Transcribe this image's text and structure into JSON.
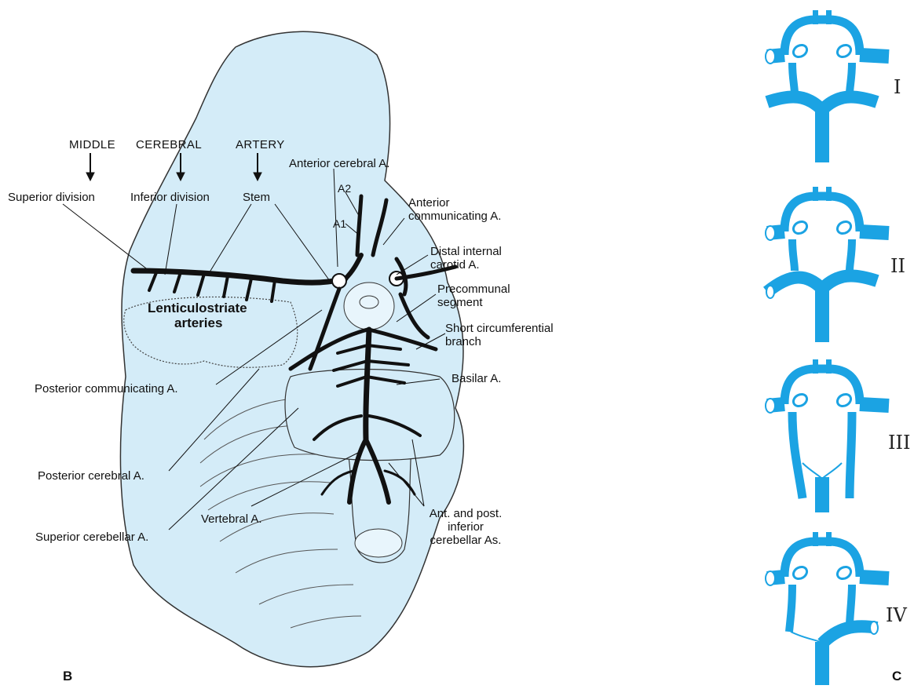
{
  "panel_b": {
    "letter": "B",
    "header": {
      "middle": "MIDDLE",
      "cerebral": "CEREBRAL",
      "artery": "ARTERY"
    },
    "labels": {
      "superior_division": "Superior division",
      "inferior_division": "Inferior division",
      "stem": "Stem",
      "anterior_cerebral": "Anterior cerebral A.",
      "a2": "A2",
      "a1": "A1",
      "anterior_communicating_1": "Anterior",
      "anterior_communicating_2": "communicating A.",
      "distal_internal_carotid_1": "Distal internal",
      "distal_internal_carotid_2": "carotid A.",
      "precommunal_1": "Precommunal",
      "precommunal_2": "segment",
      "short_circumferential_1": "Short circumferential",
      "short_circumferential_2": "branch",
      "basilar": "Basilar A.",
      "lenticulostriate_1": "Lenticulostriate",
      "lenticulostriate_2": "arteries",
      "posterior_communicating": "Posterior communicating A.",
      "posterior_cerebral": "Posterior cerebral A.",
      "superior_cerebellar": "Superior cerebellar A.",
      "vertebral": "Vertebral A.",
      "ant_post_inferior_1": "Ant. and post.",
      "ant_post_inferior_2": "inferior",
      "ant_post_inferior_3": "cerebellar As."
    }
  },
  "panel_c": {
    "letter": "C",
    "variants": [
      "I",
      "II",
      "III",
      "IV"
    ]
  },
  "colors": {
    "brain_fill": "#d4ecf8",
    "artery_blue": "#1ba3e3",
    "ink": "#111111"
  }
}
